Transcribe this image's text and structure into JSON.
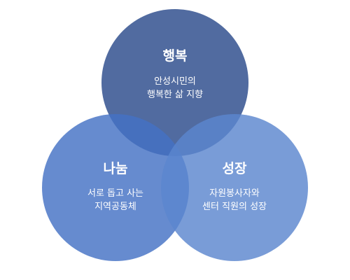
{
  "diagram": {
    "colors": {
      "happiness": "#2b4b8b",
      "sharing": "#4472c4",
      "growth": "#5b86ce"
    },
    "circles": [
      {
        "id": "happiness",
        "title": "행복",
        "lines": [
          "안성시민의",
          "행복한 삶 지향"
        ]
      },
      {
        "id": "sharing",
        "title": "나눔",
        "lines": [
          "서로 돕고 사는",
          "지역공동체"
        ]
      },
      {
        "id": "growth",
        "title": "성장",
        "lines": [
          "자원봉사자와",
          "센터 직원의 성장"
        ]
      }
    ]
  }
}
